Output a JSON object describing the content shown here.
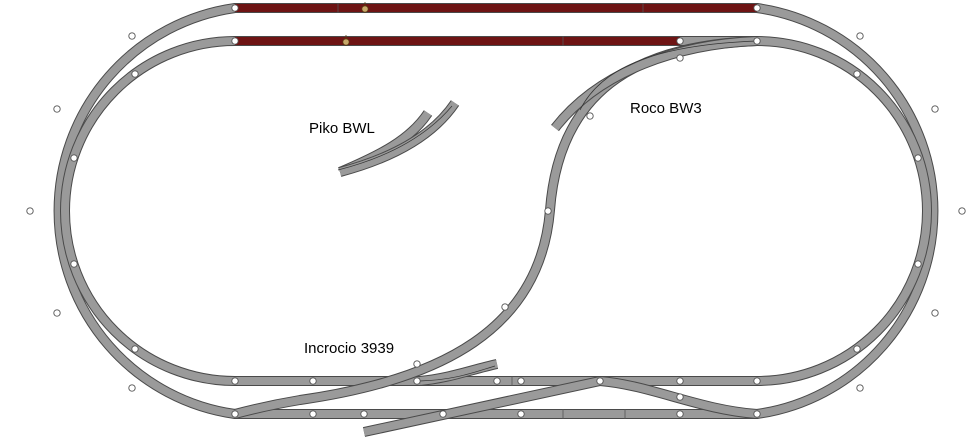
{
  "labels": {
    "piko_bwl": "Piko BWL",
    "roco_bw3": "Roco BW3",
    "incrocio": "Incrocio 3939"
  },
  "colors": {
    "track": "#9a9a9a",
    "track_edge": "#4a4a4a",
    "siding": "#6e1414",
    "bumper": "#c8a86a",
    "joint": "#ffffff"
  }
}
